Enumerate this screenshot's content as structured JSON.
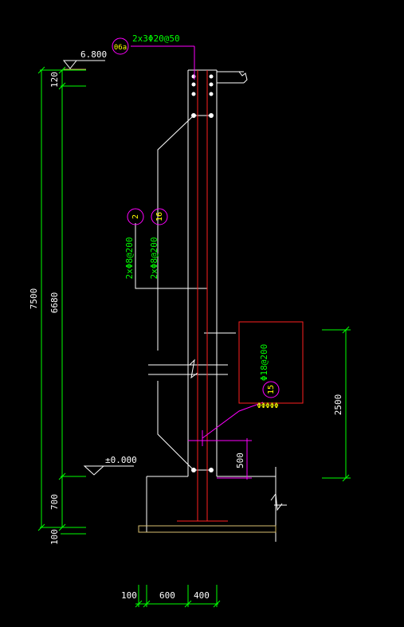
{
  "elevations": {
    "top": "6.800",
    "ground": "±0.000"
  },
  "vertical_dims": {
    "total": "7500",
    "mid": "6680",
    "top_small": "120",
    "bottom": "700",
    "bottom_small": "100",
    "right_tall": "2500",
    "right_short": "500"
  },
  "horizontal_dims": {
    "left": "100",
    "mid": "600",
    "right": "400"
  },
  "callouts": {
    "top_tag": "06a",
    "top_rebar": "2x3Φ20@50",
    "tag_2": "2",
    "tag_16": "16",
    "rebar_left": "2xΦ8@200",
    "rebar_right": "2xΦ8@200",
    "tag_15": "15",
    "rebar_box": "Φ18@200",
    "rebar_box2": "ΦΦΦΦΦ"
  },
  "colors": {
    "green": "#00ff00",
    "white": "#ffffff",
    "red": "#ff2020",
    "magenta": "#ff00ff",
    "yellow": "#ffff00",
    "orange": "#d8a060"
  }
}
